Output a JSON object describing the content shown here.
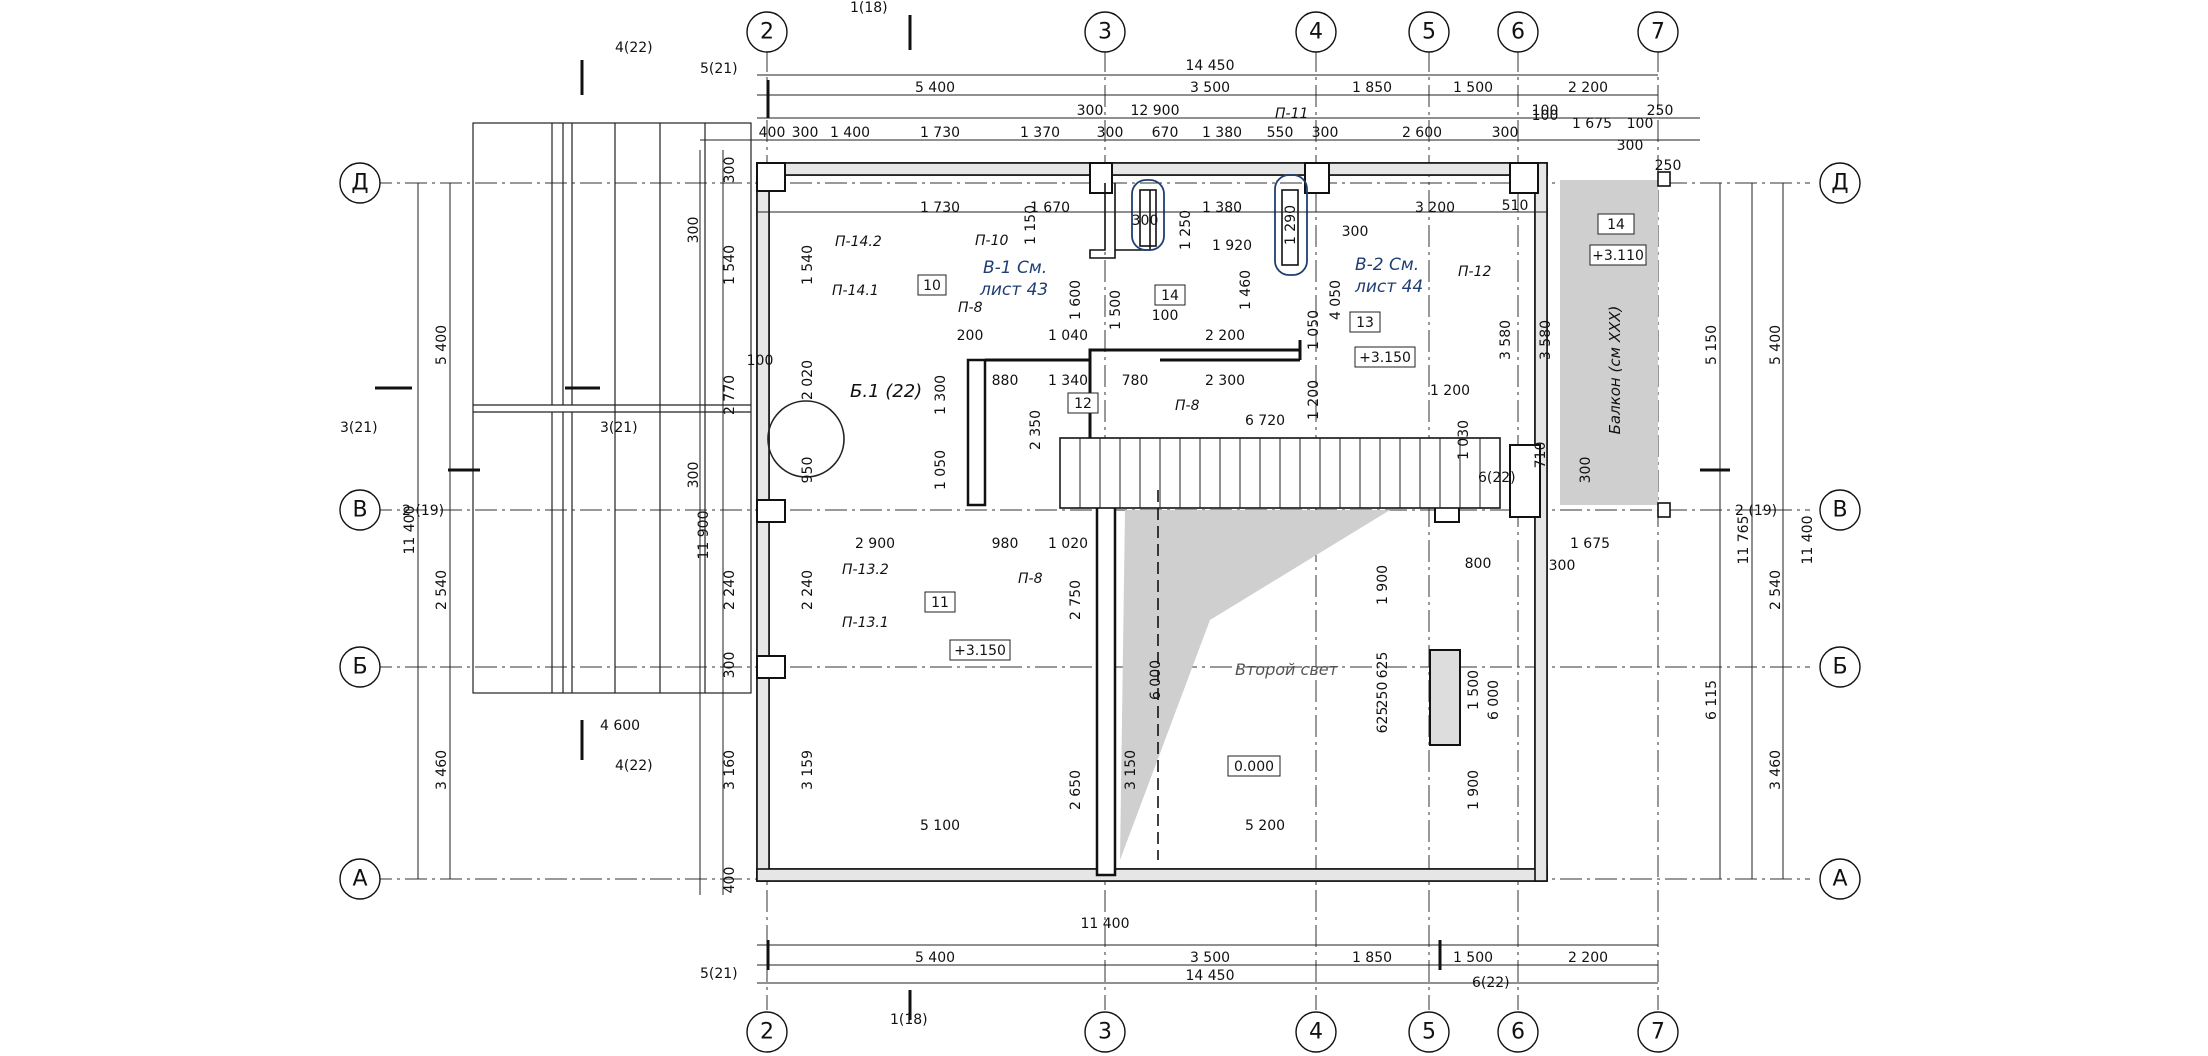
{
  "axes": {
    "vertical": [
      "2",
      "3",
      "4",
      "5",
      "6",
      "7"
    ],
    "horizontal": [
      "Д",
      "В",
      "Б",
      "А"
    ]
  },
  "dims_top": {
    "overall": "14 450",
    "row1": [
      "5 400",
      "3 500",
      "1 850",
      "1 500",
      "2 200"
    ],
    "row2": [
      "300",
      "12 900",
      "100",
      "250"
    ],
    "row3": [
      "400",
      "300",
      "1 400",
      "1 730",
      "1 370",
      "300",
      "670",
      "1 380",
      "550",
      "300",
      "2 600",
      "300",
      "100",
      "1 675",
      "100",
      "300",
      "250"
    ],
    "row4": [
      "1 730",
      "1 670",
      "300",
      "1 380",
      "300",
      "3 200",
      "510"
    ]
  },
  "dims_bottom": {
    "row1": [
      "5 400",
      "3 500",
      "1 850",
      "1 500",
      "2 200"
    ],
    "overall_mid": "11 400",
    "overall": "14 450"
  },
  "dims_left": {
    "outer": [
      "5 400",
      "11 400",
      "2 540",
      "3 460"
    ],
    "inner": [
      "1 540",
      "2 770",
      "11 900",
      "2 240",
      "3 160"
    ],
    "small": [
      "300",
      "300",
      "300",
      "100",
      "300",
      "400"
    ]
  },
  "dims_right": {
    "outer": [
      "5 400",
      "11 400",
      "2 540",
      "3 460"
    ],
    "inner": [
      "5 150",
      "11 765",
      "6 115"
    ]
  },
  "interior_dims": [
    "1 540",
    "2 020",
    "950",
    "2 240",
    "3 159",
    "2 900",
    "980",
    "1 020",
    "200",
    "1 040",
    "880",
    "1 340",
    "780",
    "2 300",
    "2 200",
    "6 720",
    "1 200",
    "1 300",
    "1 050",
    "2 350",
    "1 600",
    "1 500",
    "1 460",
    "1 920",
    "1 250",
    "1 150",
    "1 290",
    "4 050",
    "1 050",
    "1 200",
    "3 580",
    "1 030",
    "2 750",
    "2 650",
    "3 150",
    "6 000",
    "5 100",
    "5 200",
    "1 900",
    "1 500",
    "6 000",
    "1 900",
    "625",
    "250",
    "625",
    "3 580",
    "710",
    "300",
    "800",
    "300",
    "1 675"
  ],
  "rooms": [
    {
      "num": "10"
    },
    {
      "num": "11",
      "level": "+3.150"
    },
    {
      "num": "12"
    },
    {
      "num": "13",
      "level": "+3.150"
    },
    {
      "num": "14",
      "area": "100"
    },
    {
      "num": "14",
      "level": "+3.110"
    }
  ],
  "marks": [
    "П-11",
    "П-10",
    "П-14.2",
    "П-14.1",
    "П-8",
    "П-8",
    "П-8",
    "П-12",
    "П-13.2",
    "П-13.1"
  ],
  "vents": {
    "v1": {
      "title": "В-1 См.",
      "sheet": "лист 43"
    },
    "v2": {
      "title": "В-2 См.",
      "sheet": "лист 44"
    }
  },
  "beam_label": "Б.1 (22)",
  "second_light": "Второй свет",
  "zero_level": "0.000",
  "balcony": "Балкон (см ХХХ)",
  "sections": {
    "s4_22_top": "4(22)",
    "s4_22_bottom": "4(22)",
    "s4_600": "4 600",
    "s3_21_left": "3(21)",
    "s3_21_mid": "3(21)",
    "s5_21_top": "5(21)",
    "s5_21_bottom": "5(21)",
    "s1_18_top": "1(18)",
    "s1_18_bottom": "1(18)",
    "s2_19_left": "2 (19)",
    "s2_19_right": "2 (19)",
    "s6_22_top": "6(22)",
    "s6_22_bottom": "6(22)"
  },
  "colors": {
    "line": "#111111",
    "blue": "#1f3f73",
    "gray": "#cfcfcf",
    "hatch": "#bbbbbb"
  }
}
